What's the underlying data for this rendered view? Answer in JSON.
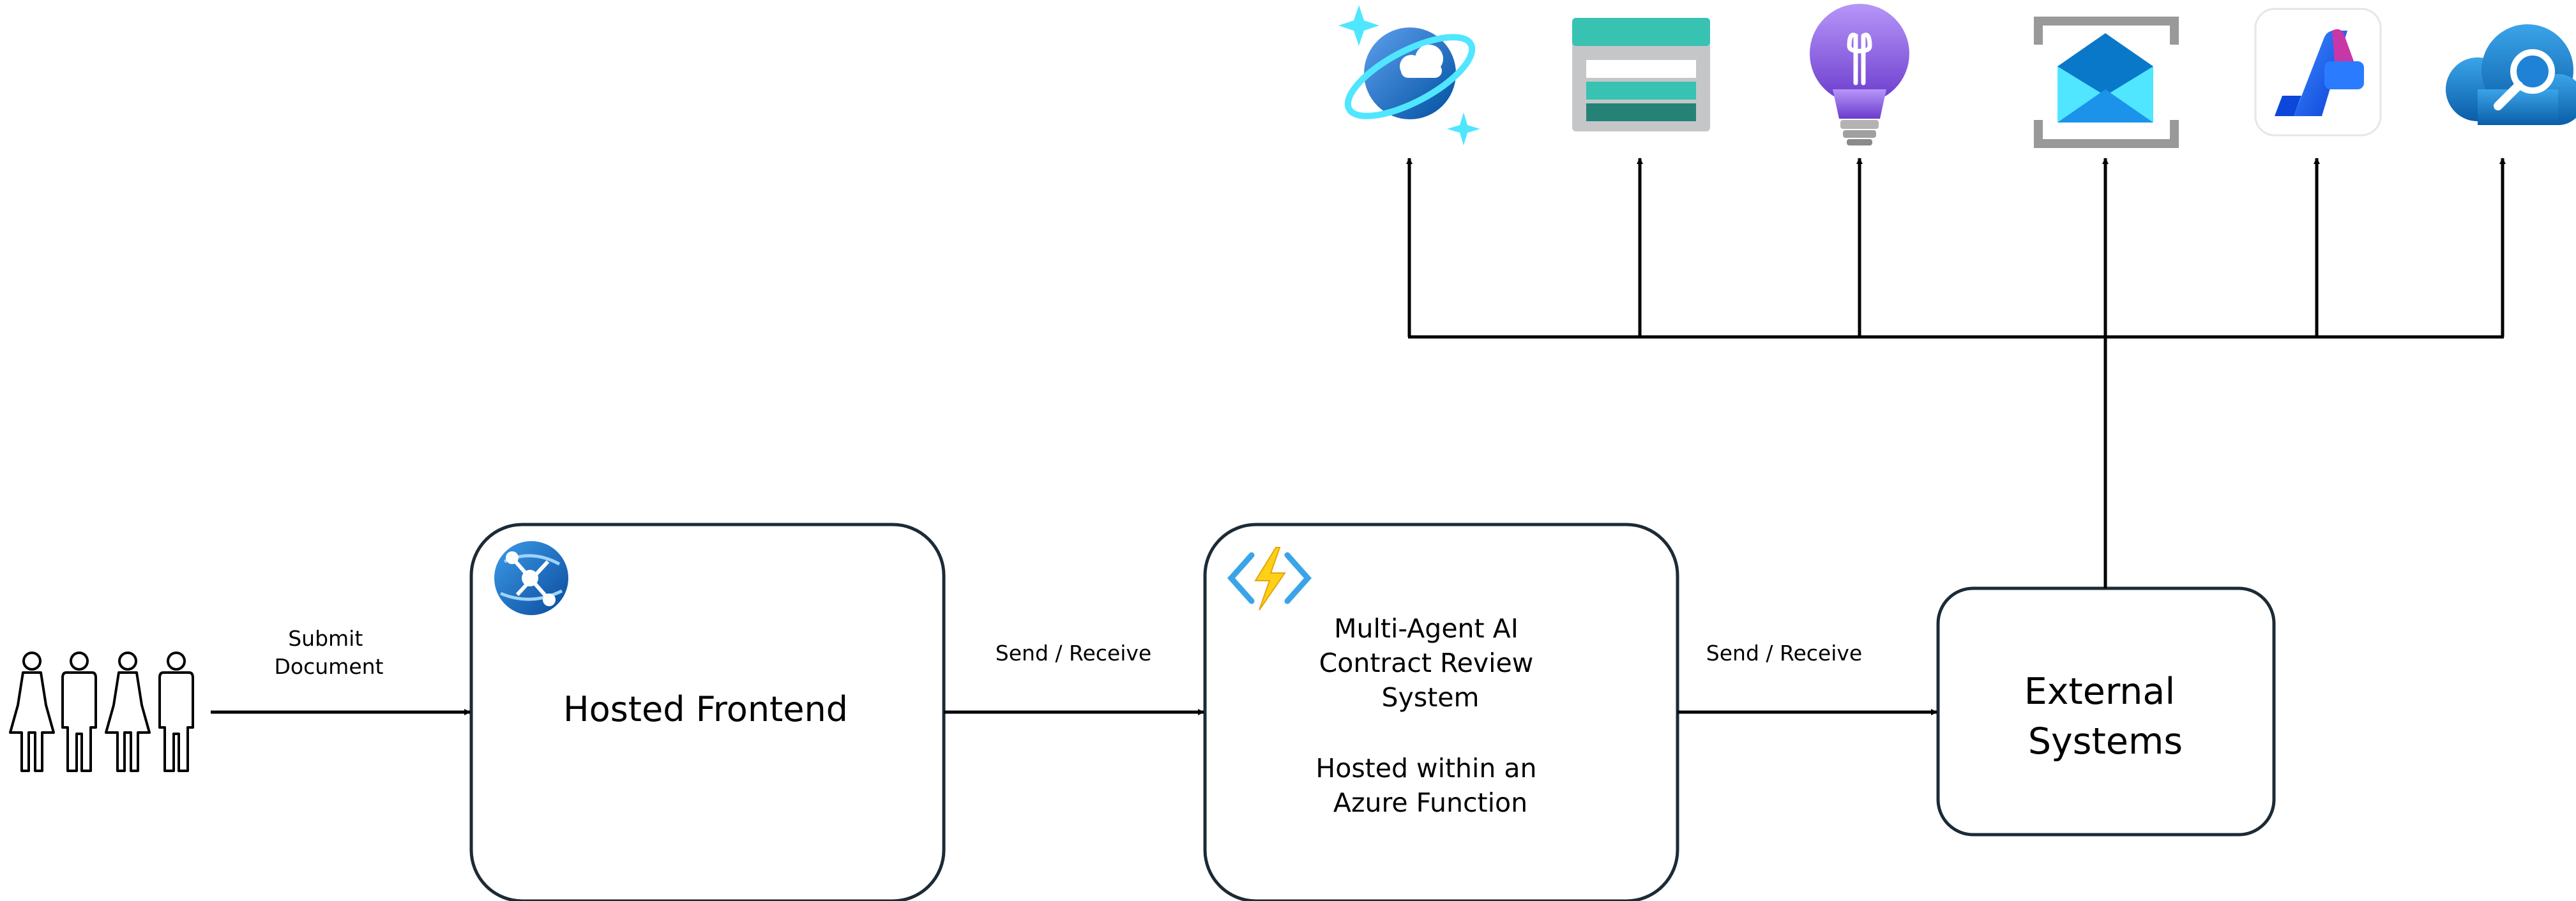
{
  "users": {
    "icon": "users-group-icon"
  },
  "edges": {
    "submit": {
      "line1": "Submit",
      "line2": "Document"
    },
    "frontend_to_function": {
      "label": "Send / Receive"
    },
    "function_to_external": {
      "label": "Send / Receive"
    }
  },
  "nodes": {
    "frontend": {
      "title": "Hosted Frontend",
      "icon": "azure-static-web-app-icon"
    },
    "function": {
      "title_lines": [
        "Multi-Agent AI",
        "Contract Review",
        "System"
      ],
      "subtitle_lines": [
        "Hosted within an",
        "Azure Function"
      ],
      "icon": "azure-function-icon"
    },
    "external": {
      "title_lines": [
        "External",
        "Systems"
      ]
    }
  },
  "services": [
    {
      "icon": "azure-cosmos-db-icon"
    },
    {
      "icon": "azure-storage-icon"
    },
    {
      "icon": "application-insights-icon"
    },
    {
      "icon": "event-grid-icon"
    },
    {
      "icon": "azure-ai-foundry-icon"
    },
    {
      "icon": "azure-ai-search-icon"
    }
  ],
  "colors": {
    "box_border": "#1c2b36",
    "azure_blue": "#0078d4",
    "cyan": "#50e6ff",
    "storage_green": "#37c2b1",
    "insights_purple": "#8661c5",
    "function_yellow": "#fcd116"
  }
}
